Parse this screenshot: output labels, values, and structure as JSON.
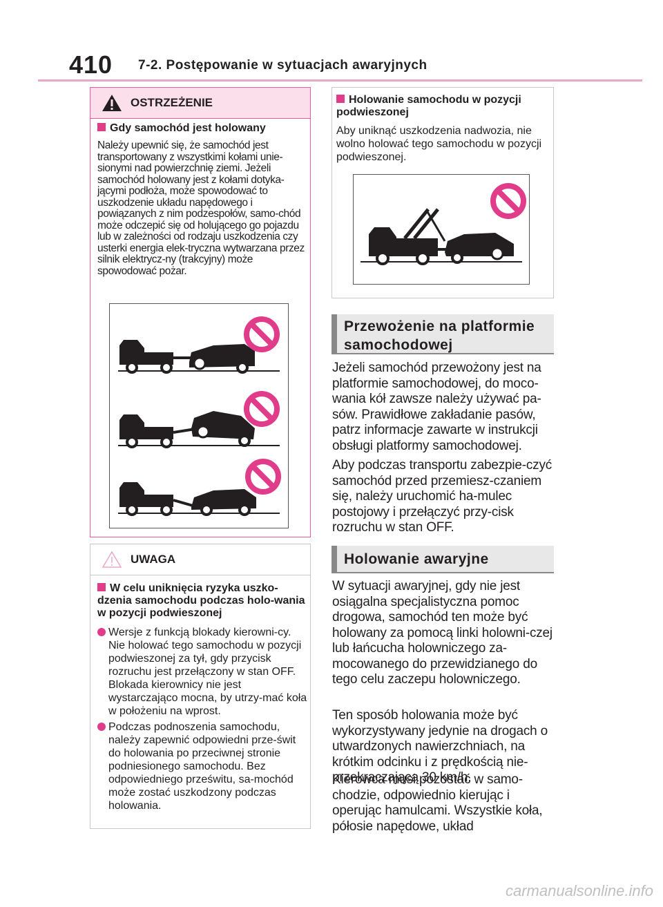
{
  "header": {
    "page_number": "410",
    "section_title": "7-2. Postępowanie w sytuacjach awaryjnych"
  },
  "warning": {
    "label": "OSTRZEŻENIE",
    "subheading": "Gdy samochód jest holowany",
    "text": "Należy upewnić się, że samochód jest transportowany z wszystkimi kołami unie-sionymi nad powierzchnię ziemi. Jeżeli samochód holowany jest z kołami dotyka-jącymi podłoża, może spowodować to uszkodzenie układu napędowego i powiązanych z nim podzespołów, samo-chód może odczepić się od holującego go pojazdu lub w zależności od rodzaju uszkodzenia czy usterki energia elek-tryczna wytwarzana przez silnik elektrycz-ny (trakcyjny) może spowodować pożar."
  },
  "note": {
    "label": "UWAGA",
    "subheading": "W celu uniknięcia ryzyka uszko-dzenia samochodu podczas holo-wania w pozycji podwieszonej",
    "bullets": [
      "Wersje z funkcją blokady kierowni-cy. Nie holować tego samochodu w pozycji podwieszonej za tył, gdy przycisk rozruchu jest przełączony w stan OFF. Blokada kierownicy nie jest wystarczająco mocna, by utrzy-mać koła w położeniu na wprost.",
      "Podczas podnoszenia samochodu, należy zapewnić odpowiedni prze-świt do holowania po przeciwnej stronie podniesionego samochodu. Bez odpowiedniego prześwitu, sa-mochód może zostać uszkodzony podczas holowania."
    ]
  },
  "right_box": {
    "subheading": "Holowanie samochodu w pozycji podwieszonej",
    "text": "Aby uniknąć uszkodzenia nadwozia, nie wolno holować tego samochodu w pozycji podwieszonej."
  },
  "section1": {
    "title": "Przewożenie na platformie samochodowej",
    "p1": "Jeżeli samochód przewożony jest na platformie samochodowej, do moco-wania kół zawsze należy używać pa-sów. Prawidłowe zakładanie pasów, patrz informacje zawarte w instrukcji obsługi platformy samochodowej.",
    "p2": "Aby podczas transportu zabezpie-czyć samochód przed przemiesz-czaniem się, należy uruchomić ha-mulec postojowy i przełączyć przy-cisk rozruchu w stan OFF."
  },
  "section2": {
    "title": "Holowanie awaryjne",
    "p1": "W sytuacji awaryjnej, gdy nie jest osiągalna specjalistyczna pomoc drogowa, samochód ten może być holowany za pomocą linki holowni-czej lub łańcucha holowniczego za-mocowanego do przewidzianego do tego celu zaczepu holowniczego.",
    "p2": "Ten sposób holowania może być wykorzystywany jedynie na drogach o utwardzonych nawierzchniach, na krótkim odcinku i z prędkością nie-przekraczającą 30 km/h.",
    "p3": "Kierowca musi pozostać w samo-chodzie, odpowiednio kierując i operując hamulcami. Wszystkie koła, półosie napędowe, układ"
  },
  "watermark": "carmanualsonline.info",
  "colors": {
    "accent": "#e03c8a",
    "warn_bg": "#fbe0ec",
    "header_line": "#e8a7c8"
  }
}
